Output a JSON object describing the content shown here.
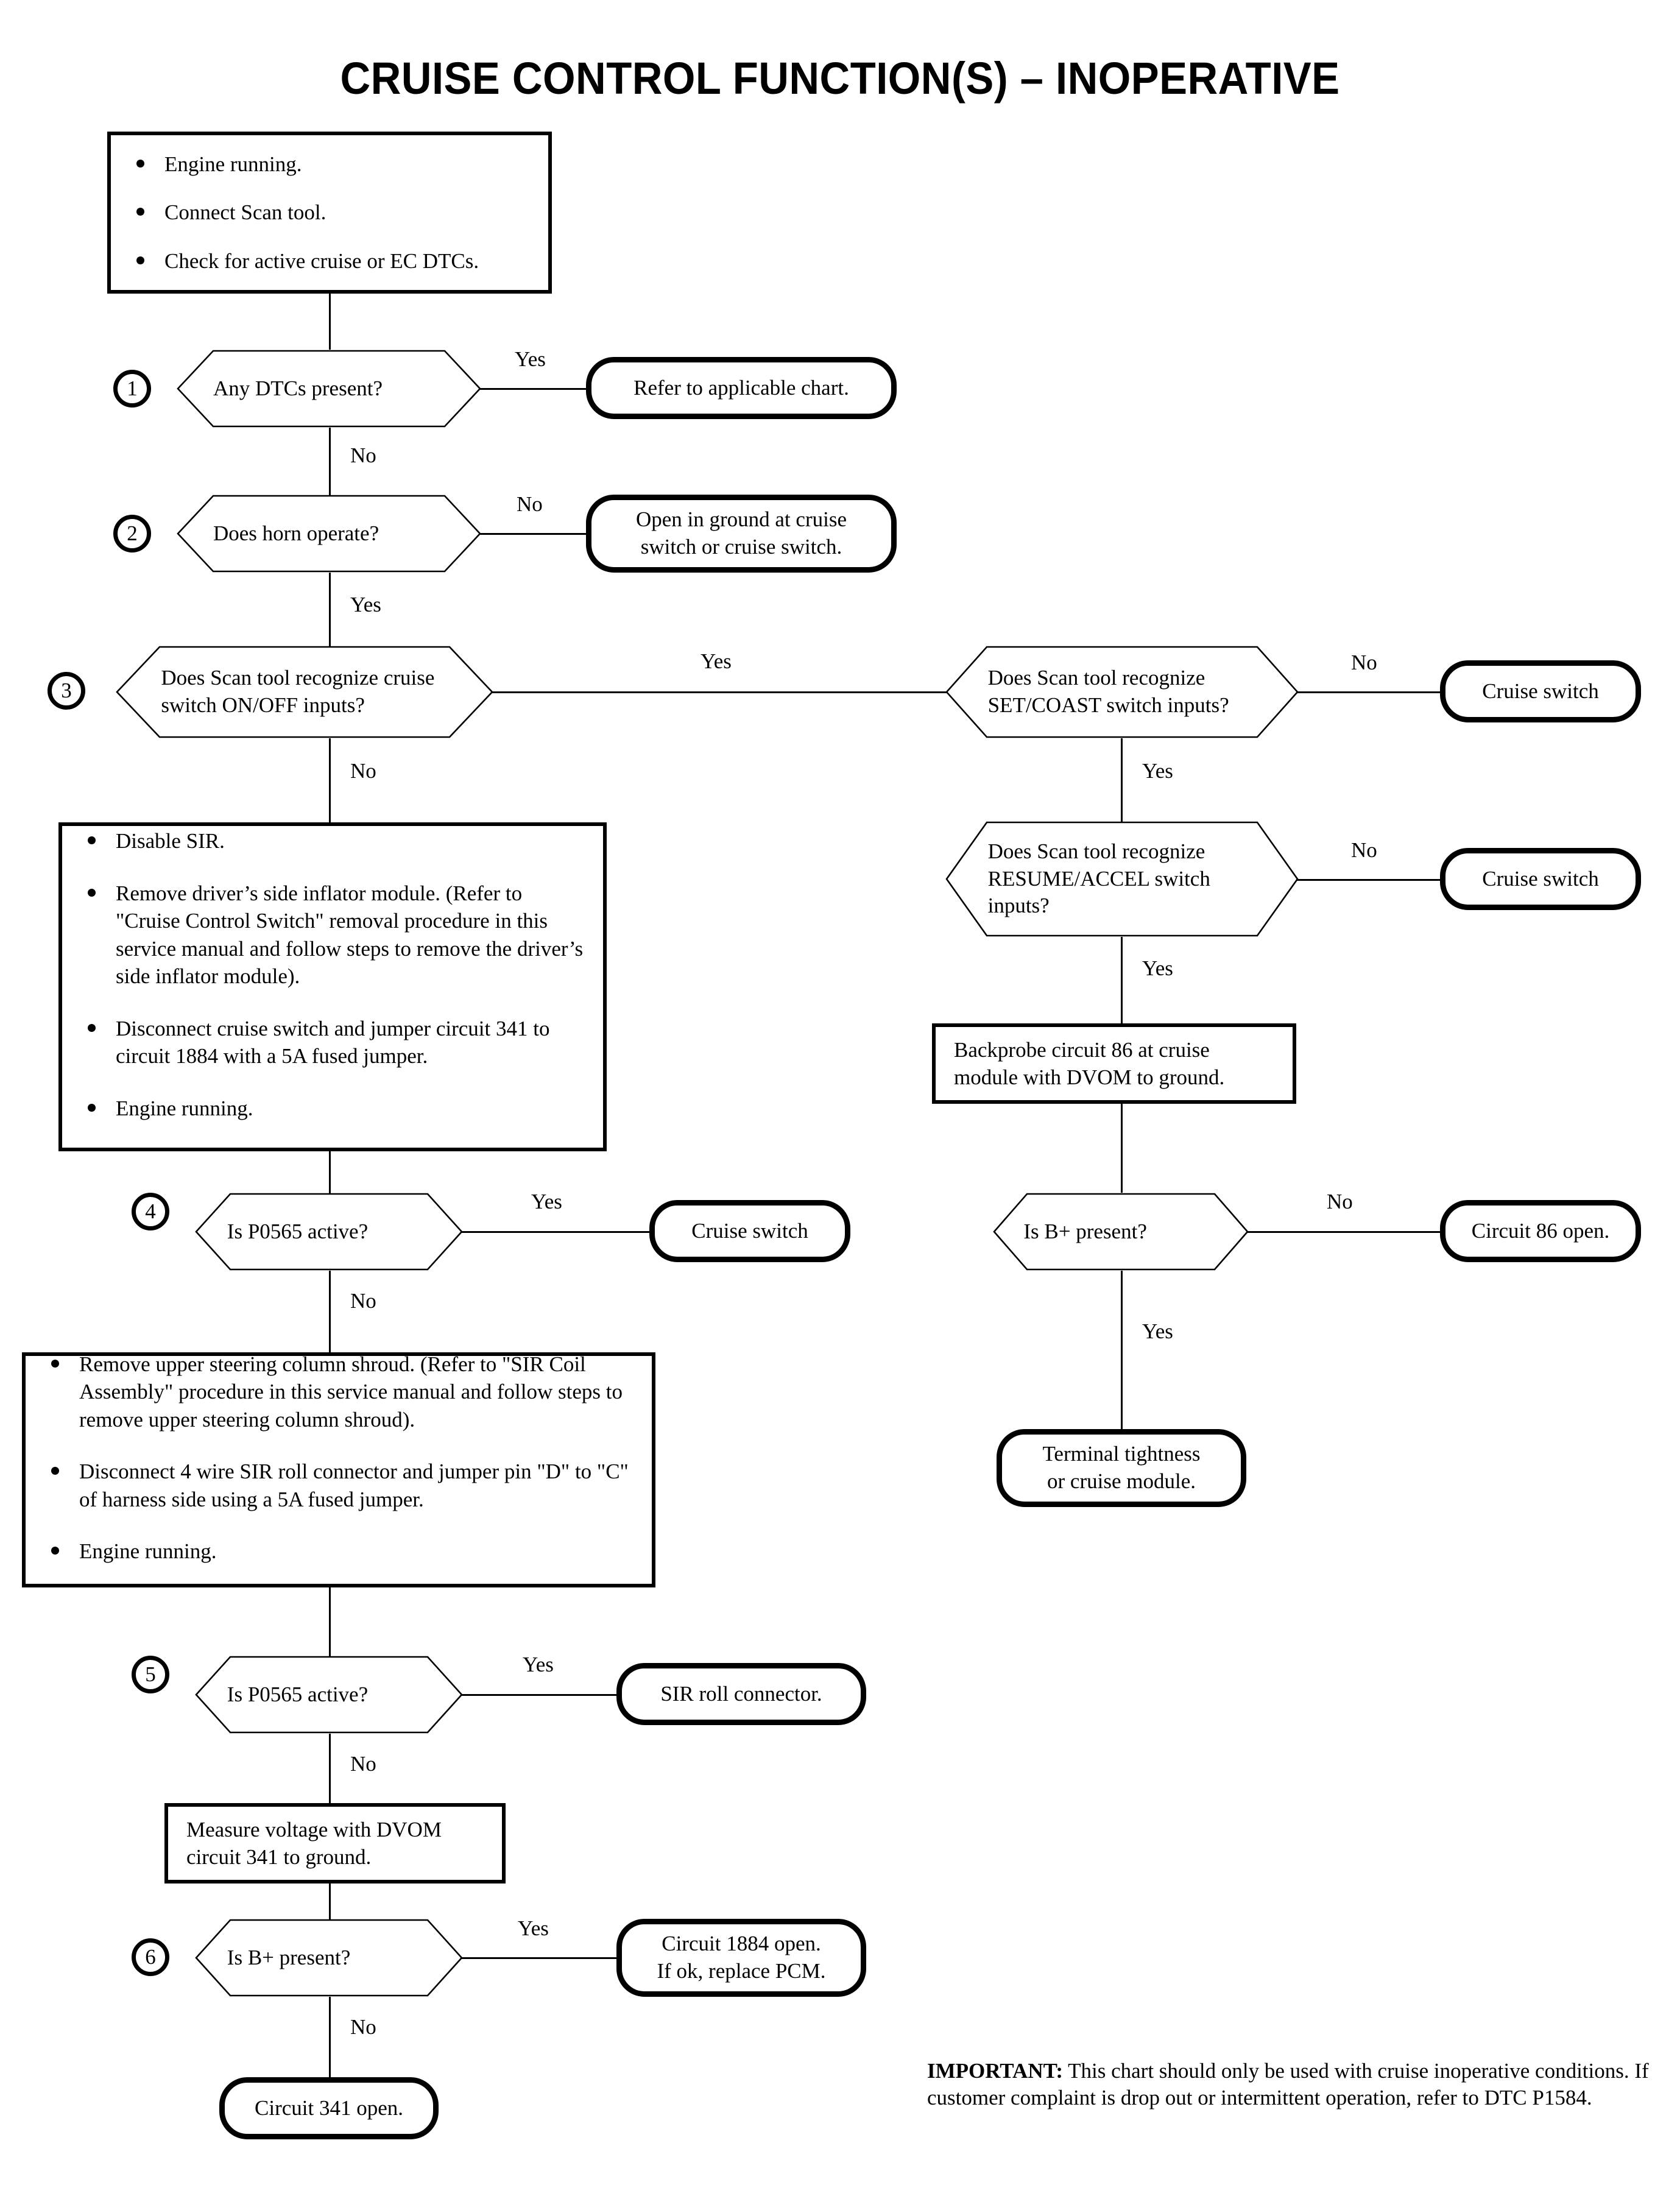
{
  "chart": {
    "title": "CRUISE CONTROL FUNCTION(S) – INOPERATIVE",
    "type": "flowchart"
  },
  "start_box": {
    "bullets": [
      "Engine running.",
      "Connect Scan tool.",
      "Check for active cruise or EC DTCs."
    ]
  },
  "steps": {
    "s1": {
      "number": "1",
      "question": "Any DTCs present?",
      "yes": "Yes",
      "no": "No"
    },
    "s2": {
      "number": "2",
      "question": "Does horn operate?",
      "yes": "Yes",
      "no": "No"
    },
    "s3": {
      "number": "3",
      "question_line1": "Does Scan tool recognize cruise",
      "question_line2": "switch ON/OFF inputs?",
      "yes": "Yes",
      "no": "No"
    },
    "s4": {
      "number": "4",
      "question": "Is P0565 active?",
      "yes": "Yes",
      "no": "No"
    },
    "s5": {
      "number": "5",
      "question": "Is P0565 active?",
      "yes": "Yes",
      "no": "No"
    },
    "s6": {
      "number": "6",
      "question": "Is B+ present?",
      "yes": "Yes",
      "no": "No"
    }
  },
  "right_branch": {
    "setcoast": {
      "question_line1": "Does Scan tool recognize",
      "question_line2": "SET/COAST switch inputs?",
      "yes": "Yes",
      "no": "No",
      "no_result": "Cruise switch"
    },
    "resumeaccel": {
      "question_line1": "Does Scan tool recognize",
      "question_line2": "RESUME/ACCEL switch",
      "question_line3": "inputs?",
      "yes": "Yes",
      "no": "No",
      "no_result": "Cruise switch"
    },
    "backprobe_box": {
      "line1": "Backprobe circuit 86 at cruise",
      "line2": "module with DVOM to ground."
    },
    "bplus": {
      "question": "Is B+ present?",
      "yes": "Yes",
      "no": "No",
      "no_result": "Circuit 86 open."
    },
    "final_result": {
      "line1": "Terminal tightness",
      "line2": "or cruise module."
    }
  },
  "results": {
    "r1": "Refer to applicable chart.",
    "r2_line1": "Open in ground at cruise",
    "r2_line2": "switch or cruise switch.",
    "r4": "Cruise switch",
    "r5": "SIR roll connector.",
    "r6_line1": "Circuit 1884 open.",
    "r6_line2": "If ok, replace PCM.",
    "r_final": "Circuit 341 open."
  },
  "instruction_box_1": {
    "bullets": [
      "Disable SIR.",
      "Remove driver’s side inflator module. (Refer to \"Cruise Control Switch\" removal procedure in this service manual and follow steps to remove the driver’s side inflator module).",
      "Disconnect cruise switch and jumper circuit 341 to circuit 1884 with a 5A fused jumper.",
      "Engine running."
    ]
  },
  "instruction_box_2": {
    "bullets": [
      "Remove upper steering column shroud. (Refer to \"SIR Coil Assembly\" procedure in this service manual and follow steps to remove upper steering column shroud).",
      "Disconnect 4 wire SIR roll connector and jumper pin \"D\" to \"C\" of harness side using a 5A fused jumper.",
      "Engine running."
    ]
  },
  "measure_box": {
    "line1": "Measure voltage with DVOM",
    "line2": "circuit 341 to ground."
  },
  "important_note": {
    "label": "IMPORTANT:",
    "text": " This chart should only be used with cruise inoperative conditions. If customer complaint is drop out or intermittent operation, refer to DTC P1584."
  }
}
